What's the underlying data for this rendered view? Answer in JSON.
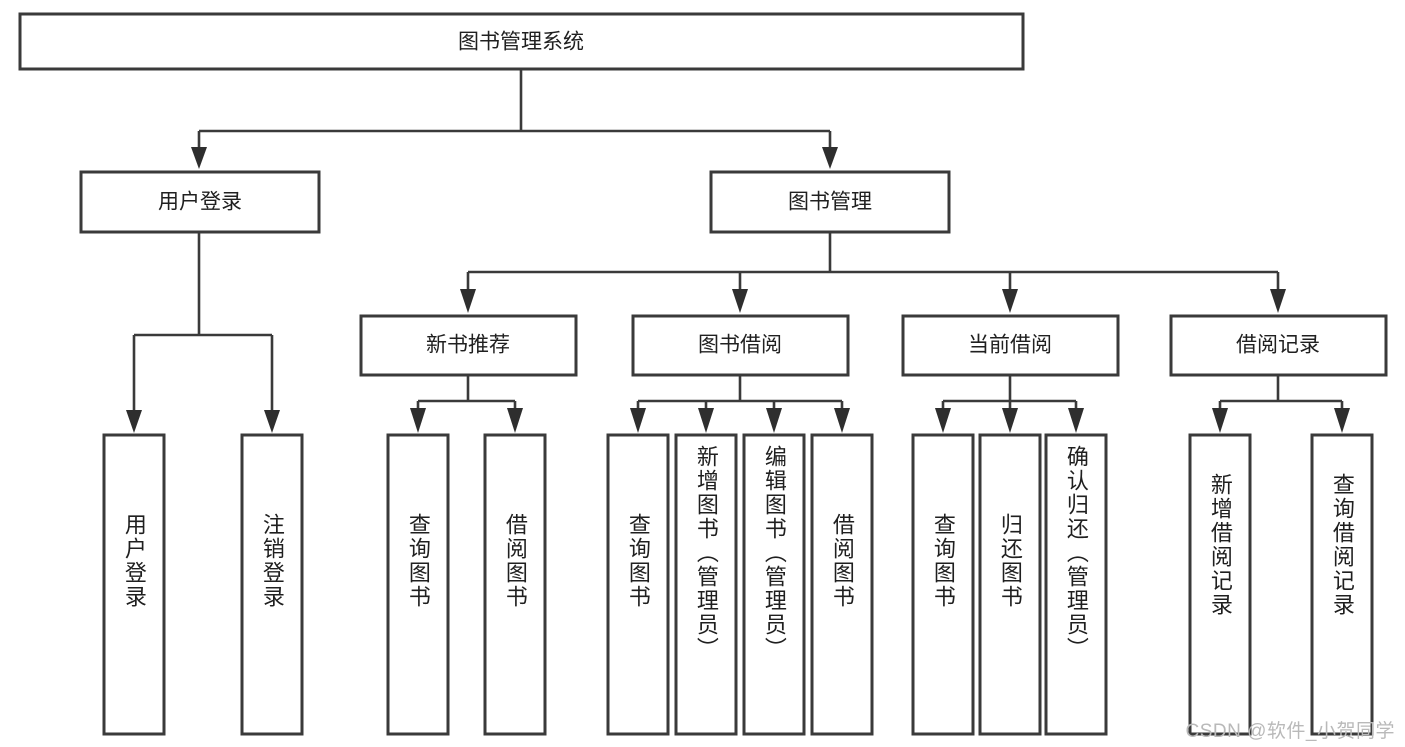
{
  "diagram": {
    "type": "tree-hierarchy",
    "title": "图书管理系统",
    "root": {
      "id": "root",
      "label": "图书管理系统",
      "orientation": "horizontal"
    },
    "level1": [
      {
        "id": "user-login",
        "label": "用户登录",
        "orientation": "horizontal"
      },
      {
        "id": "book-management",
        "label": "图书管理",
        "orientation": "horizontal"
      }
    ],
    "level2": [
      {
        "id": "new-book-recommend",
        "label": "新书推荐",
        "orientation": "horizontal",
        "parent": "book-management"
      },
      {
        "id": "book-borrow",
        "label": "图书借阅",
        "orientation": "horizontal",
        "parent": "book-management"
      },
      {
        "id": "current-borrow",
        "label": "当前借阅",
        "orientation": "horizontal",
        "parent": "book-management"
      },
      {
        "id": "borrow-record",
        "label": "借阅记录",
        "orientation": "horizontal",
        "parent": "book-management"
      }
    ],
    "leaves": {
      "user-login": [
        {
          "id": "leaf-user-login",
          "label": "用户登录"
        },
        {
          "id": "leaf-user-logout",
          "label": "注销登录"
        }
      ],
      "new-book-recommend": [
        {
          "id": "leaf-query-book-1",
          "label": "查询图书"
        },
        {
          "id": "leaf-borrow-book-1",
          "label": "借阅图书"
        }
      ],
      "book-borrow": [
        {
          "id": "leaf-query-book-2",
          "label": "查询图书"
        },
        {
          "id": "leaf-add-book",
          "label": "新增图书（管理员）"
        },
        {
          "id": "leaf-edit-book",
          "label": "编辑图书（管理员）"
        },
        {
          "id": "leaf-borrow-book-2",
          "label": "借阅图书"
        }
      ],
      "current-borrow": [
        {
          "id": "leaf-query-book-3",
          "label": "查询图书"
        },
        {
          "id": "leaf-return-book",
          "label": "归还图书"
        },
        {
          "id": "leaf-confirm-return",
          "label": "确认归还（管理员）"
        }
      ],
      "borrow-record": [
        {
          "id": "leaf-add-record",
          "label": "新增借阅记录"
        },
        {
          "id": "leaf-query-record",
          "label": "查询借阅记录"
        }
      ]
    },
    "colors": {
      "box_stroke": "#3a3a3a",
      "box_fill": "#ffffff",
      "connector": "#3a3a3a",
      "text": "#202020",
      "background": "#ffffff",
      "watermark": "#b9b9b9"
    }
  },
  "watermark": {
    "text": "CSDN @软件_小贺同学"
  }
}
